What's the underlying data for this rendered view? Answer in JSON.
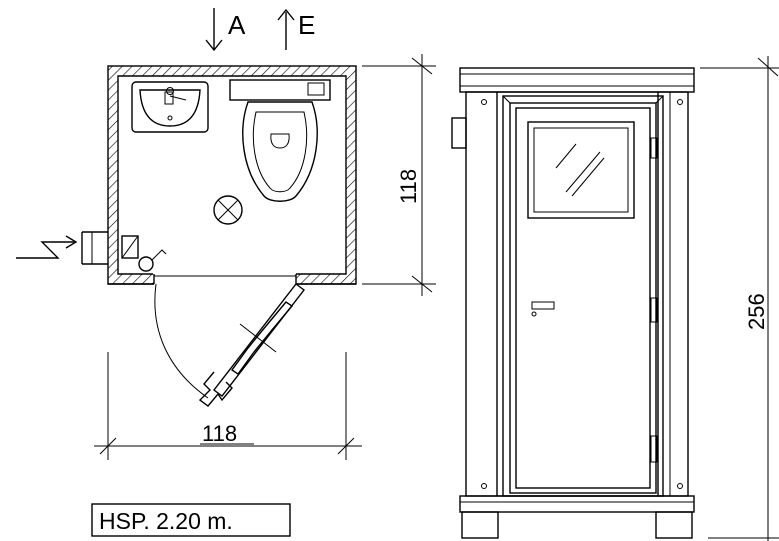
{
  "flow_labels": {
    "inlet": "A",
    "outlet": "E"
  },
  "dimensions": {
    "plan_width": "118",
    "plan_depth": "118",
    "elevation_height": "256"
  },
  "note": "HSP. 2.20 m."
}
